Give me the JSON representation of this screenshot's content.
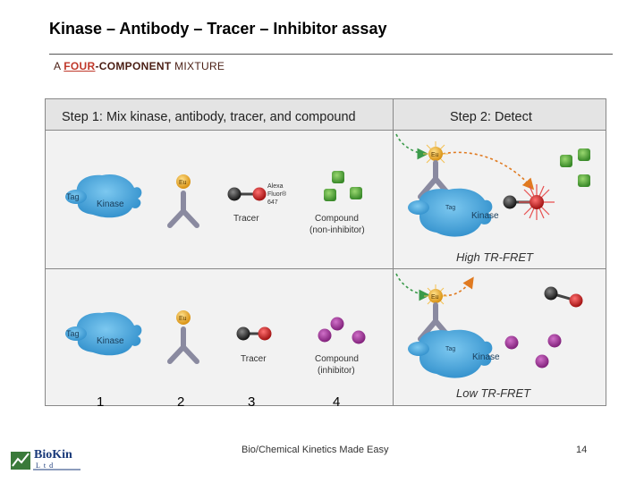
{
  "slide": {
    "title": "Kinase – Antibody – Tracer – Inhibitor assay",
    "subtitle_prefix": "A ",
    "subtitle_highlight": "FOUR",
    "subtitle_rest": "-COMPONENT",
    "subtitle_suffix": " MIXTURE",
    "footer": "Bio/Chemical Kinetics Made Easy",
    "page_number": "14",
    "logo_text": "BioKin",
    "logo_subtext": "Ltd"
  },
  "diagram": {
    "step1_header": "Step 1: Mix kinase, antibody, tracer, and compound",
    "step2_header": "Step 2: Detect",
    "tag": "Tag",
    "kinase": "Kinase",
    "eu": "Eu",
    "alexa_line1": "Alexa",
    "alexa_line2": "Fluor®",
    "alexa_line3": "647",
    "tracer": "Tracer",
    "compound": "Compound",
    "non_inhibitor": "(non-inhibitor)",
    "inhibitor": "(inhibitor)",
    "high_fret": "High TR-FRET",
    "low_fret": "Low TR-FRET",
    "numbers": [
      "1",
      "2",
      "3",
      "4"
    ],
    "colors": {
      "kinase": "#4aaee0",
      "antibody": "#8a8aa0",
      "europium": "#f5b830",
      "alexa": "#d42a2a",
      "tracer_bead": "#333333",
      "non_inhibitor": "#5aaa3a",
      "inhibitor": "#a0309a",
      "panel_bg": "#f0f0f0",
      "header_bg": "#e6e6e6",
      "fret_arrow": "#3a9a4a",
      "emission_arrow": "#e07a20"
    }
  }
}
